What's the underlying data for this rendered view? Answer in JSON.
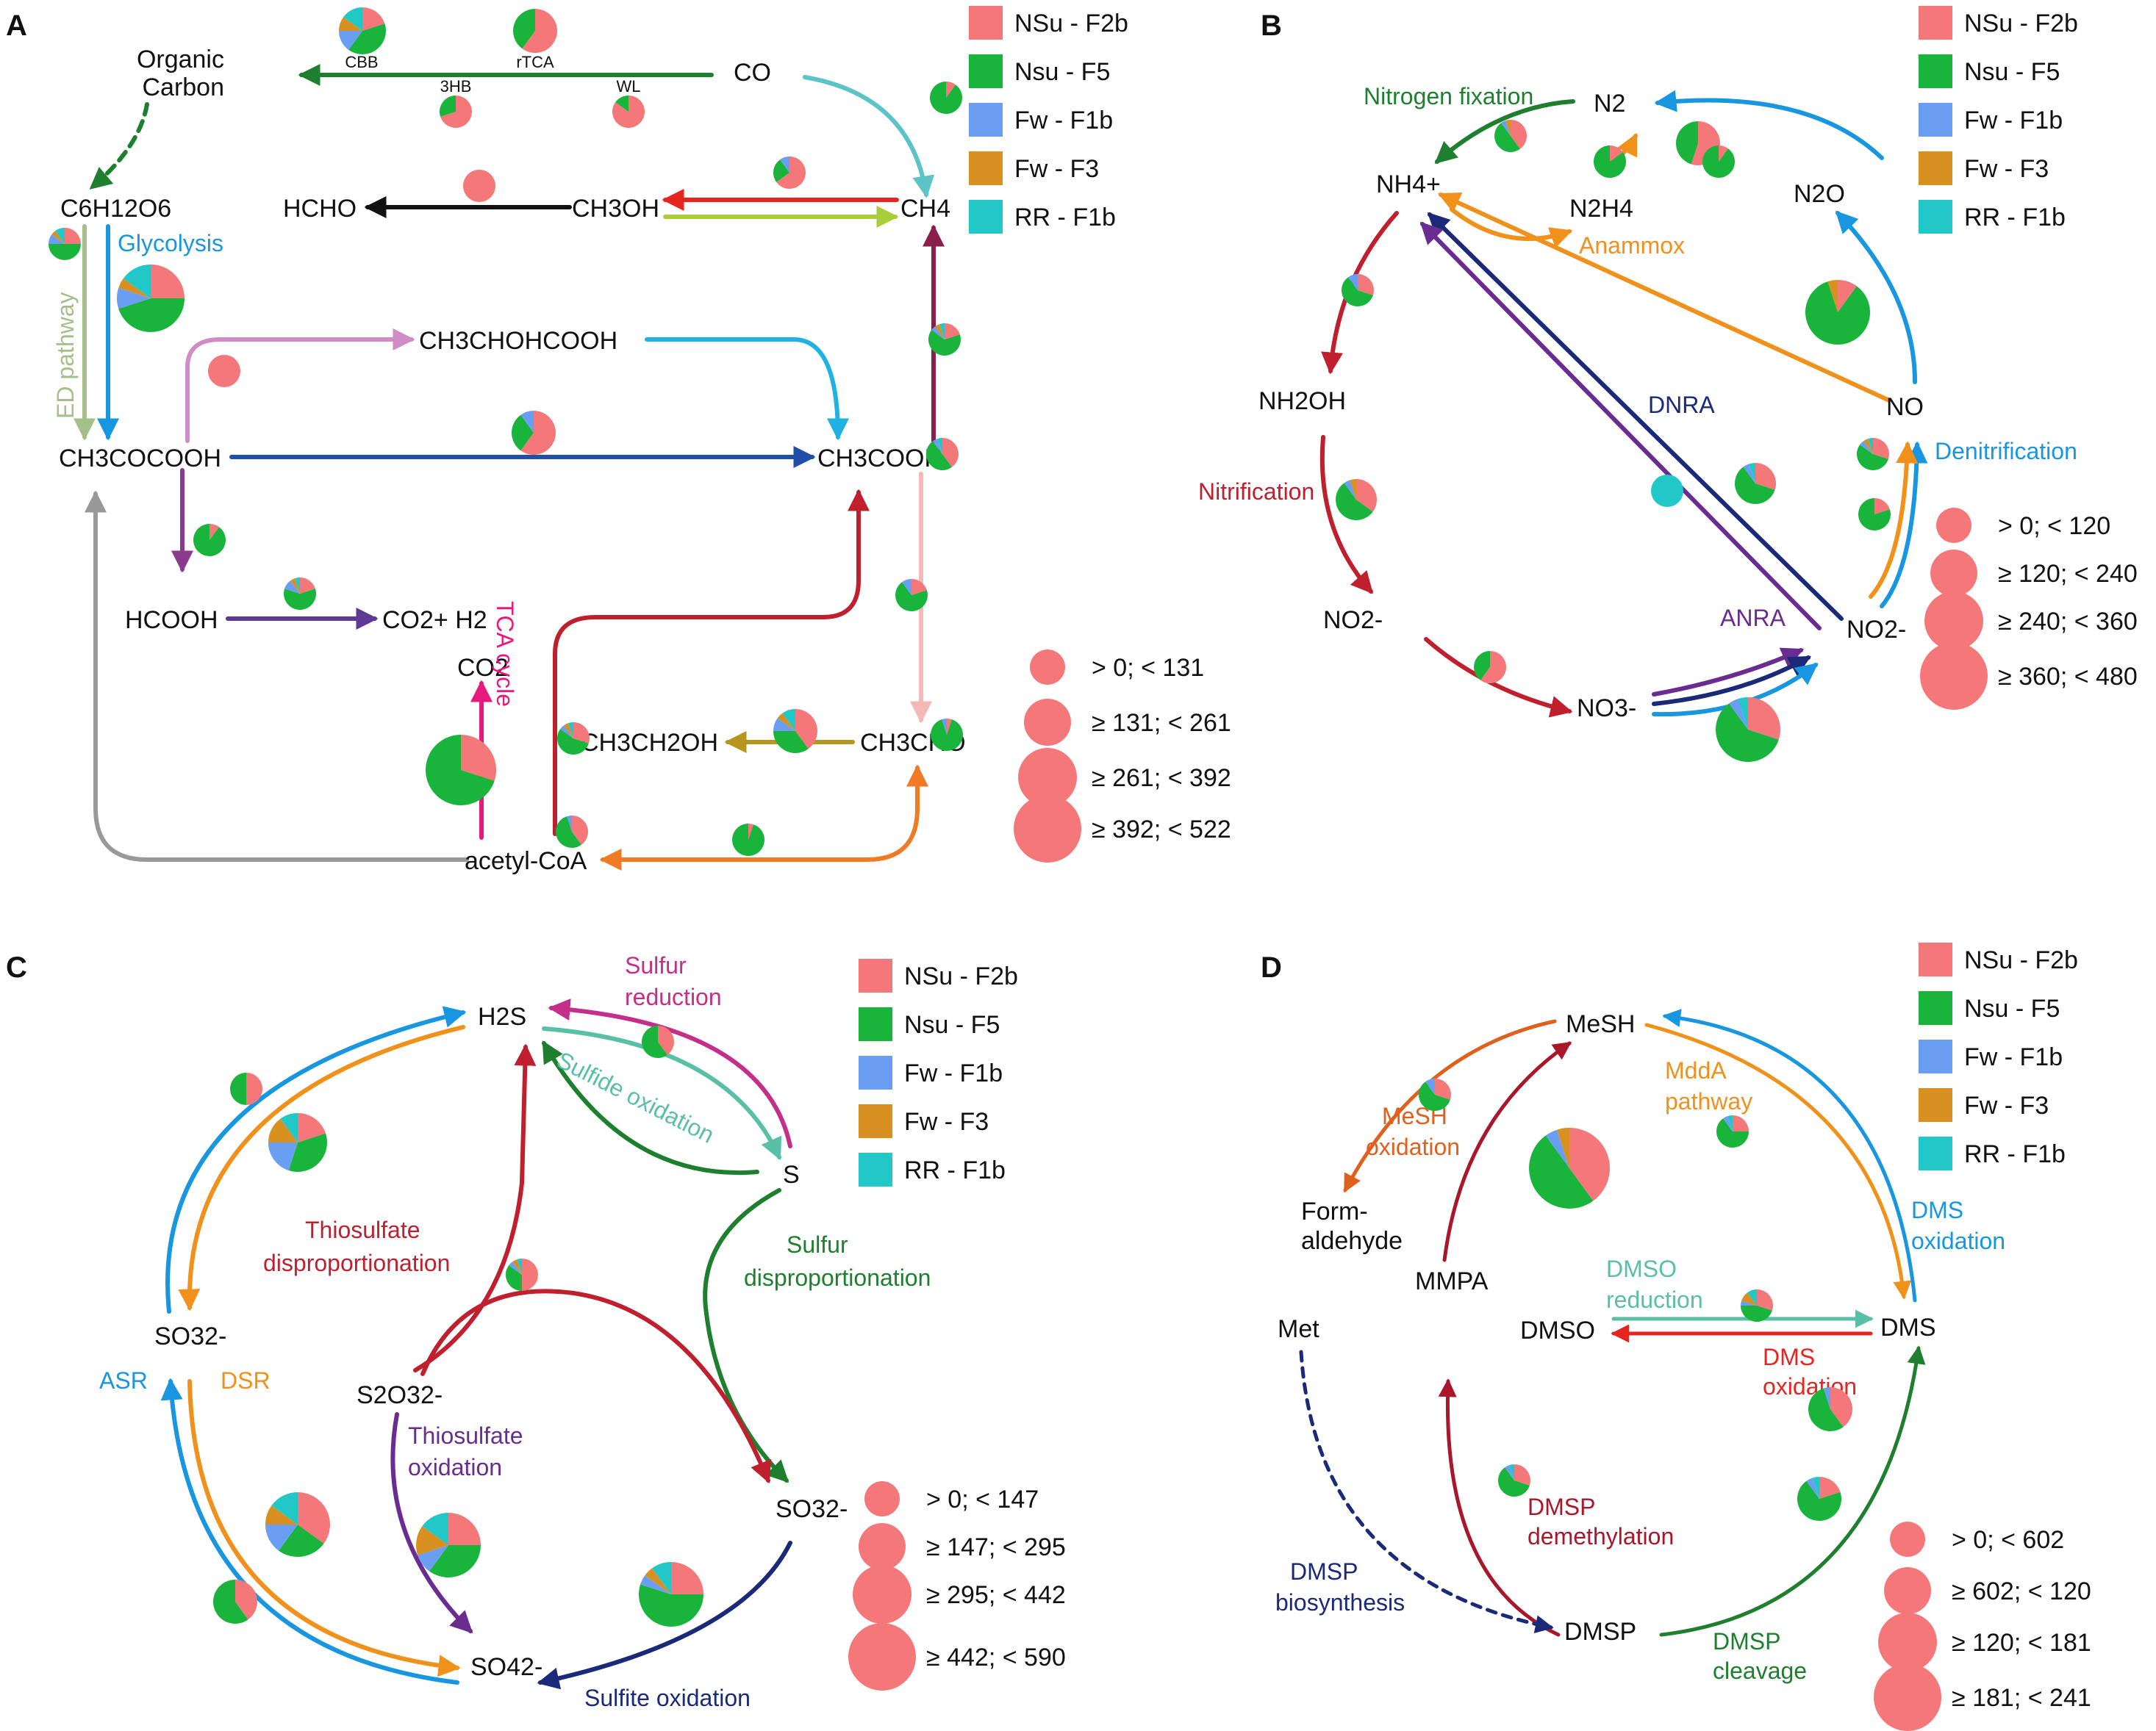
{
  "colors": {
    "NSu-F2b": "#f4787a",
    "Nsu-F5": "#19b43c",
    "Fw-F1b": "#6a9ef2",
    "Fw-F3": "#d89020",
    "RR-F1b": "#22c7c7"
  },
  "legend_groups": [
    {
      "label": "NSu - F2b",
      "color_key": "NSu-F2b"
    },
    {
      "label": "Nsu - F5",
      "color_key": "Nsu-F5"
    },
    {
      "label": "Fw - F1b",
      "color_key": "Fw-F1b"
    },
    {
      "label": "Fw - F3",
      "color_key": "Fw-F3"
    },
    {
      "label": "RR - F1b",
      "color_key": "RR-F1b"
    }
  ],
  "panels": {
    "A": {
      "letter": "A",
      "sizes": [
        "> 0; < 131",
        "≥ 131; < 261",
        "≥ 261; < 392",
        "≥ 392; < 522"
      ],
      "nodes": {
        "org1": "Organic",
        "org2": "Carbon",
        "co2_top": "CO",
        "glucose": "C6H12O6",
        "hcho": "HCHO",
        "ch3oh": "CH3OH",
        "ch4": "CH4",
        "lactate": "CH3CHOHCOOH",
        "pyruvate": "CH3COCOOH",
        "acetate": "CH3COOH",
        "formate": "HCOOH",
        "co2h2": "CO2+ H2",
        "co2_tca": "CO2",
        "ethanol": "CH3CH2OH",
        "acetaldehyde": "CH3CHO",
        "acetylcoa": "acetyl-CoA"
      },
      "labels": {
        "cbb": "CBB",
        "rtca": "rTCA",
        "hb3": "3HB",
        "wl": "WL",
        "glycolysis": "Glycolysis",
        "ed": "ED pathway",
        "tca": "TCA cycle"
      }
    },
    "B": {
      "letter": "B",
      "sizes": [
        "> 0; < 120",
        "≥ 120; < 240",
        "≥ 240; < 360",
        "≥ 360; < 480"
      ],
      "nodes": {
        "n2": "N2",
        "nh4": "NH4+",
        "n2h4": "N2H4",
        "n2o": "N2O",
        "nh2oh": "NH2OH",
        "no": "NO",
        "no2_left": "NO2-",
        "no3": "NO3-",
        "no2_right": "NO2-"
      },
      "labels": {
        "nfix": "Nitrogen fixation",
        "anammox": "Anammox",
        "dnra": "DNRA",
        "denitrification": "Denitrification",
        "nitrification": "Nitrification",
        "anra": "ANRA"
      }
    },
    "C": {
      "letter": "C",
      "sizes": [
        "> 0; < 147",
        "≥ 147; < 295",
        "≥ 295; < 442",
        "≥ 442; < 590"
      ],
      "nodes": {
        "h2s": "H2S",
        "s": "S",
        "so3_left": "SO32-",
        "s2o3": "S2O32-",
        "so3_right": "SO32-",
        "so4": "SO42-"
      },
      "labels": {
        "sred1": "Sulfur",
        "sred2": "reduction",
        "sox": "Sulfide oxidation",
        "thio1": "Thiosulfate",
        "thio2": "disproportionation",
        "sdisp1": "Sulfur",
        "sdisp2": "disproportionation",
        "asr": "ASR",
        "dsr": "DSR",
        "tox1": "Thiosulfate",
        "tox2": "oxidation",
        "sulfite_ox": "Sulfite oxidation"
      }
    },
    "D": {
      "letter": "D",
      "sizes": [
        "> 0; < 602",
        "≥ 602; < 120",
        "≥ 120; < 181",
        "≥ 181; < 241"
      ],
      "nodes": {
        "mesh": "MeSH",
        "form1": "Form-",
        "form2": "aldehyde",
        "mmpa": "MMPA",
        "met": "Met",
        "dmso": "DMSO",
        "dms": "DMS",
        "dmsp": "DMSP"
      },
      "labels": {
        "meshox1": "MeSH",
        "meshox2": "oxidation",
        "mdda1": "MddA",
        "mdda2": "pathway",
        "dmsox_r1": "DMS",
        "dmsox_r2": "oxidation",
        "dmsored1": "DMSO",
        "dmsored2": "reduction",
        "dmsox1": "DMS",
        "dmsox2": "oxidation",
        "demeth1": "DMSP",
        "demeth2": "demethylation",
        "biosyn1": "DMSP",
        "biosyn2": "biosynthesis",
        "cleave1": "DMSP",
        "cleave2": "cleavage"
      }
    }
  },
  "pies": {
    "A": [
      [
        20,
        40,
        15,
        10,
        15
      ],
      [
        60,
        40,
        0,
        0,
        0
      ],
      [
        70,
        30,
        0,
        0,
        0
      ],
      [
        85,
        15,
        0,
        0,
        0
      ],
      [
        100,
        0,
        0,
        0,
        0
      ],
      [
        65,
        25,
        10,
        0,
        0
      ],
      [
        25,
        50,
        10,
        5,
        10
      ],
      [
        25,
        45,
        10,
        5,
        15
      ],
      [
        100,
        0,
        0,
        0,
        0
      ],
      [
        60,
        30,
        10,
        0,
        0
      ],
      [
        20,
        65,
        5,
        5,
        5
      ],
      [
        10,
        90,
        0,
        0,
        0
      ],
      [
        20,
        60,
        10,
        5,
        5
      ],
      [
        40,
        35,
        10,
        5,
        10
      ],
      [
        20,
        70,
        10,
        0,
        0
      ],
      [
        5,
        95,
        0,
        0,
        0
      ],
      [
        10,
        90,
        0,
        0,
        0
      ],
      [
        40,
        50,
        5,
        0,
        5
      ],
      [
        5,
        90,
        5,
        0,
        0
      ],
      [
        30,
        55,
        5,
        5,
        5
      ],
      [
        40,
        55,
        5,
        0,
        0
      ],
      [
        30,
        70,
        0,
        0,
        0
      ]
    ],
    "B": [
      [
        40,
        50,
        5,
        5,
        0
      ],
      [
        55,
        45,
        0,
        0,
        0
      ],
      [
        15,
        85,
        0,
        0,
        0
      ],
      [
        10,
        90,
        0,
        0,
        0
      ],
      [
        10,
        85,
        0,
        5,
        0
      ],
      [
        30,
        60,
        10,
        0,
        0
      ],
      [
        35,
        55,
        5,
        5,
        0
      ],
      [
        30,
        60,
        5,
        0,
        5
      ],
      [
        0,
        0,
        0,
        0,
        100
      ],
      [
        30,
        60,
        5,
        0,
        5
      ],
      [
        20,
        80,
        0,
        0,
        0
      ],
      [
        60,
        40,
        0,
        0,
        0
      ],
      [
        30,
        55,
        5,
        5,
        5
      ]
    ],
    "C": [
      [
        50,
        50,
        0,
        0,
        0
      ],
      [
        20,
        35,
        20,
        15,
        10
      ],
      [
        50,
        35,
        5,
        5,
        5
      ],
      [
        40,
        60,
        0,
        0,
        0
      ],
      [
        35,
        25,
        15,
        10,
        15
      ],
      [
        25,
        35,
        10,
        15,
        15
      ],
      [
        40,
        60,
        0,
        0,
        0
      ],
      [
        25,
        55,
        5,
        5,
        10
      ]
    ],
    "D": [
      [
        30,
        60,
        10,
        0,
        0
      ],
      [
        40,
        50,
        5,
        5,
        0
      ],
      [
        25,
        65,
        5,
        0,
        5
      ],
      [
        30,
        45,
        5,
        10,
        10
      ],
      [
        40,
        55,
        5,
        0,
        0
      ],
      [
        30,
        60,
        5,
        0,
        5
      ],
      [
        20,
        70,
        5,
        0,
        5
      ]
    ]
  }
}
